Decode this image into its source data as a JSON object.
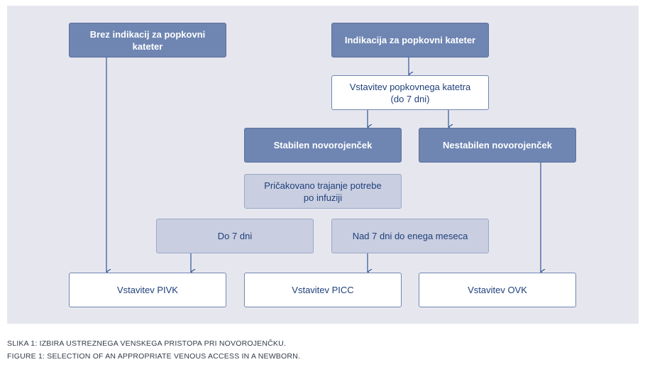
{
  "diagram": {
    "nodes": {
      "no_indication": "Brez indikacij za popkovni kateter",
      "indication": "Indikacija za popkovni kateter",
      "insert_umbilical_line1": "Vstavitev popkovnega katetra",
      "insert_umbilical_line2": "(do 7 dni)",
      "stable": "Stabilen novorojenček",
      "unstable": "Nestabilen novorojenček",
      "expected_duration_line1": "Pričakovano trajanje potrebe",
      "expected_duration_line2": "po infuziji",
      "up_to_7": "Do 7 dni",
      "over_7": "Nad 7 dni do enega meseca",
      "pivk": "Vstavitev PIVK",
      "picc": "Vstavitev PICC",
      "ovk": "Vstavitev OVK"
    },
    "colors": {
      "background": "#e6e7ee",
      "dark_box": "#6f86b3",
      "light_box": "#c9cee0",
      "line": "#2f5597",
      "text": "#1f3f7a"
    }
  },
  "captions": {
    "slovenian": "SLIKA 1: IZBIRA USTREZNEGA VENSKEGA PRISTOPA PRI NOVOROJENČKU.",
    "english": "FIGURE 1: SELECTION OF AN APPROPRIATE VENOUS ACCESS IN A NEWBORN."
  }
}
